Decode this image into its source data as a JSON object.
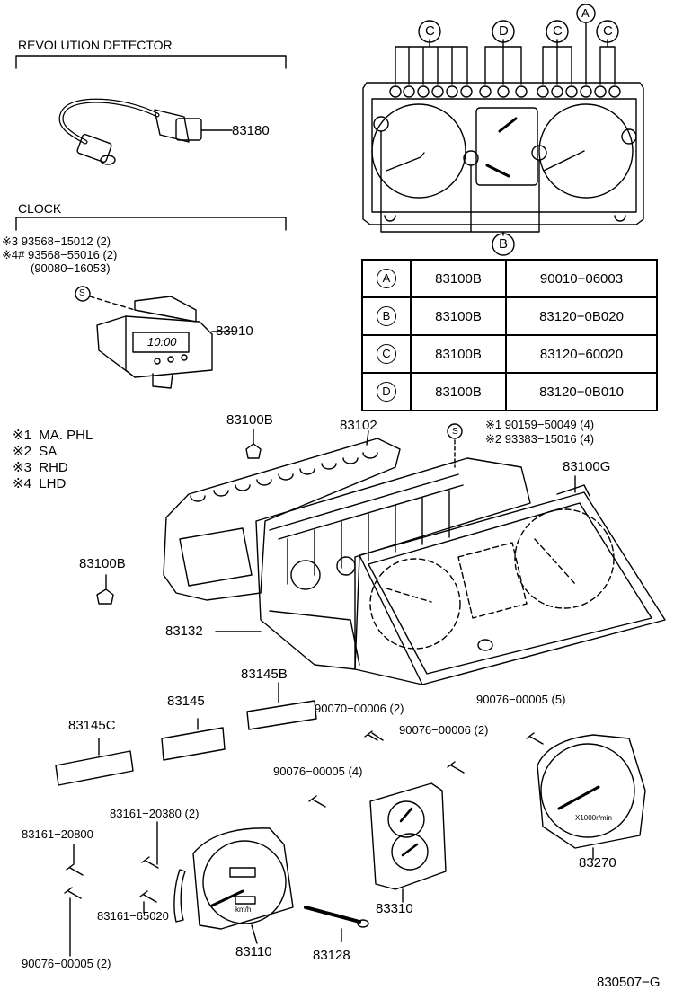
{
  "section_headers": {
    "revolution_detector": "REVOLUTION DETECTOR",
    "clock": "CLOCK"
  },
  "callout_letters": {
    "a": "A",
    "b": "B",
    "c": "C",
    "d": "D",
    "s": "S"
  },
  "parts": {
    "p83180": "83180",
    "p83910": "83910",
    "clock_display": "10:00",
    "clock_screws": [
      "※3  93568−15012 (2)",
      "※4# 93568−55016 (2)",
      "(90080−16053)"
    ],
    "p83100B_a": "83100B",
    "p83102": "83102",
    "screw_top": [
      "※1  90159−50049 (4)",
      "※2  93383−15016 (4)"
    ],
    "p83100G": "83100G",
    "p83100B_b": "83100B",
    "p83132": "83132",
    "p83145B": "83145B",
    "p83145": "83145",
    "p83145C": "83145C",
    "p90070_00006": "90070−00006 (2)",
    "p90076_00005_5": "90076−00005 (5)",
    "p90076_00006": "90076−00006 (2)",
    "p90076_00005_4": "90076−00005 (4)",
    "p83161_20380": "83161−20380 (2)",
    "p83161_20800": "83161−20800",
    "p83161_65020": "83161−65020",
    "p90076_00005_2": "90076−00005 (2)",
    "p83110": "83110",
    "p83128": "83128",
    "p83310": "83310",
    "p83270": "83270",
    "tach_unit": "X1000r/min",
    "speedo_unit": "km/h",
    "diagram_code": "830507−G"
  },
  "legend": [
    {
      "mark": "※1",
      "text": "MA. PHL"
    },
    {
      "mark": "※2",
      "text": "SA"
    },
    {
      "mark": "※3",
      "text": "RHD"
    },
    {
      "mark": "※4",
      "text": "LHD"
    }
  ],
  "reference_table": [
    {
      "letter": "A",
      "part": "83100B",
      "number": "90010−06003"
    },
    {
      "letter": "B",
      "part": "83100B",
      "number": "83120−0B020"
    },
    {
      "letter": "C",
      "part": "83100B",
      "number": "83120−60020"
    },
    {
      "letter": "D",
      "part": "83100B",
      "number": "83120−0B010"
    }
  ]
}
